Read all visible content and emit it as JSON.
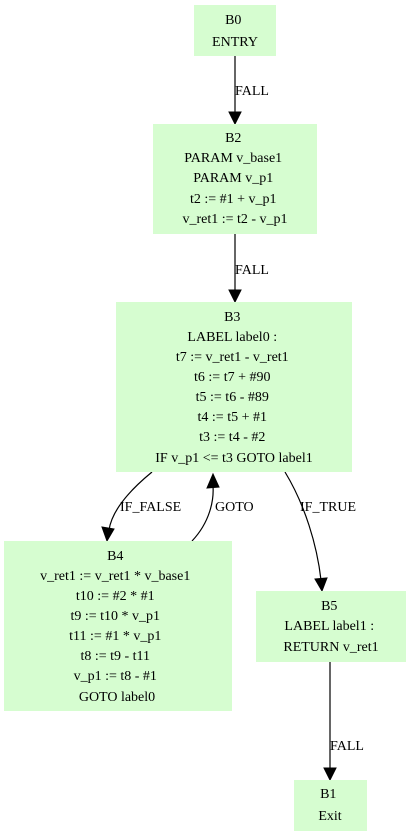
{
  "nodes": {
    "b0": {
      "lines": [
        "B0",
        "ENTRY"
      ]
    },
    "b2": {
      "lines": [
        "B2",
        "PARAM v_base1",
        "PARAM v_p1",
        "t2 := #1 + v_p1",
        "v_ret1 := t2 - v_p1"
      ]
    },
    "b3": {
      "lines": [
        "B3",
        "LABEL label0 :",
        "t7 := v_ret1 - v_ret1",
        "t6 := t7 + #90",
        "t5 := t6 - #89",
        "t4 := t5 + #1",
        "t3 := t4 - #2",
        "IF v_p1 <= t3 GOTO label1"
      ]
    },
    "b4": {
      "lines": [
        "B4",
        "v_ret1 := v_ret1 * v_base1",
        "t10 := #2 * #1",
        "t9 := t10 * v_p1",
        "t11 := #1 * v_p1",
        "t8 := t9 - t11",
        "v_p1 := t8 - #1",
        "GOTO label0"
      ]
    },
    "b5": {
      "lines": [
        "B5",
        "LABEL label1 :",
        "RETURN v_ret1"
      ]
    },
    "b1": {
      "lines": [
        "B1",
        "Exit"
      ]
    }
  },
  "edges": {
    "b0_b2": "FALL",
    "b2_b3": "FALL",
    "b3_b4": "IF_FALSE",
    "b4_b3": "GOTO",
    "b3_b5": "IF_TRUE",
    "b5_b1": "FALL"
  },
  "colors": {
    "node_fill": "#d6fdd0",
    "edge": "#000000",
    "text": "#000000"
  }
}
